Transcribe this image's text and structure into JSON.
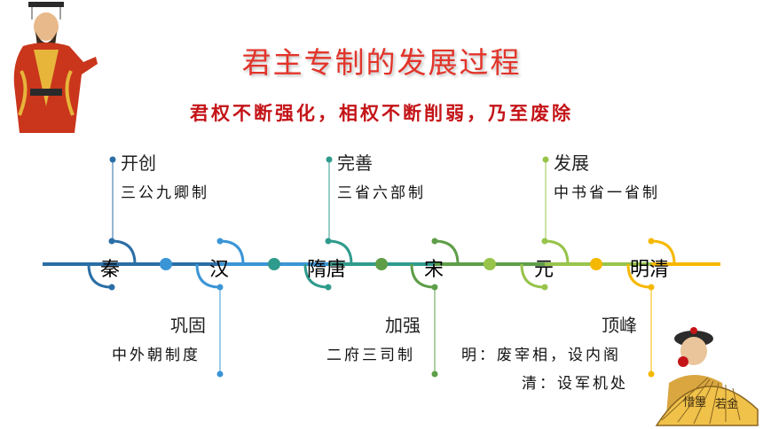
{
  "title": "君主专制的发展过程",
  "subtitle": "君权不断强化，相权不断削弱，乃至废除",
  "dynasties": [
    "秦",
    "汉",
    "隋唐",
    "宋",
    "元",
    "明清"
  ],
  "top_notes": [
    {
      "heading": "开创",
      "text": "三公九卿制"
    },
    {
      "heading": "完善",
      "text": "三省六部制"
    },
    {
      "heading": "发展",
      "text": "中书省一省制"
    }
  ],
  "bottom_notes": [
    {
      "heading": "巩固",
      "text": "中外朝制度"
    },
    {
      "heading": "加强",
      "text": "二府三司制"
    },
    {
      "heading": "顶峰",
      "text": "明：废宰相，设内阁",
      "text2": "清：设军机处"
    }
  ],
  "colors": {
    "title": "#e2342a",
    "subtitle": "#c41418",
    "line_qin": "#2b6ea6",
    "line_han": "#3a95d6",
    "line_suitang": "#2f9b8c",
    "line_song": "#5e9e48",
    "line_yuan": "#98c44c",
    "line_mingqing": "#f5b800"
  },
  "images": {
    "left_emperor": "emperor-portrait",
    "right_emperor": "qing-emperor-with-fan"
  }
}
